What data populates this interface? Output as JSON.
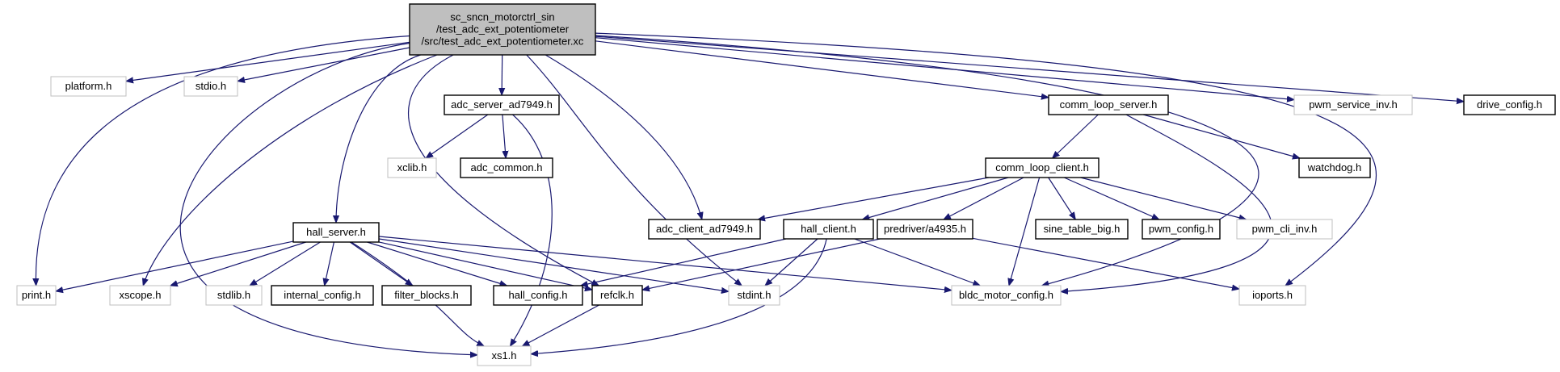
{
  "graph": {
    "nodes": [
      {
        "id": "root",
        "lines": [
          "sc_sncn_motorctrl_sin",
          "/test_adc_ext_potentiometer",
          "/src/test_adc_ext_potentiometer.xc"
        ],
        "style": "root"
      },
      {
        "id": "print",
        "lines": [
          "print.h"
        ],
        "style": "gray"
      },
      {
        "id": "platform",
        "lines": [
          "platform.h"
        ],
        "style": "gray"
      },
      {
        "id": "stdio",
        "lines": [
          "stdio.h"
        ],
        "style": "gray"
      },
      {
        "id": "xs1",
        "lines": [
          "xs1.h"
        ],
        "style": "gray"
      },
      {
        "id": "xscope",
        "lines": [
          "xscope.h"
        ],
        "style": "gray"
      },
      {
        "id": "hall_server",
        "lines": [
          "hall_server.h"
        ],
        "style": "black"
      },
      {
        "id": "refclk",
        "lines": [
          "refclk.h"
        ],
        "style": "black"
      },
      {
        "id": "adc_server",
        "lines": [
          "adc_server_ad7949.h"
        ],
        "style": "black"
      },
      {
        "id": "stdint",
        "lines": [
          "stdint.h"
        ],
        "style": "gray"
      },
      {
        "id": "adc_client",
        "lines": [
          "adc_client_ad7949.h"
        ],
        "style": "black"
      },
      {
        "id": "comm_loop_server",
        "lines": [
          "comm_loop_server.h"
        ],
        "style": "black"
      },
      {
        "id": "bldc",
        "lines": [
          "bldc_motor_config.h"
        ],
        "style": "gray"
      },
      {
        "id": "pwm_service_inv",
        "lines": [
          "pwm_service_inv.h"
        ],
        "style": "gray"
      },
      {
        "id": "ioports",
        "lines": [
          "ioports.h"
        ],
        "style": "gray"
      },
      {
        "id": "drive_config",
        "lines": [
          "drive_config.h"
        ],
        "style": "black"
      },
      {
        "id": "stdlib",
        "lines": [
          "stdlib.h"
        ],
        "style": "gray"
      },
      {
        "id": "internal_config",
        "lines": [
          "internal_config.h"
        ],
        "style": "black"
      },
      {
        "id": "filter_blocks",
        "lines": [
          "filter_blocks.h"
        ],
        "style": "black"
      },
      {
        "id": "hall_config",
        "lines": [
          "hall_config.h"
        ],
        "style": "black"
      },
      {
        "id": "xclib",
        "lines": [
          "xclib.h"
        ],
        "style": "gray"
      },
      {
        "id": "adc_common",
        "lines": [
          "adc_common.h"
        ],
        "style": "black"
      },
      {
        "id": "comm_loop_client",
        "lines": [
          "comm_loop_client.h"
        ],
        "style": "black"
      },
      {
        "id": "watchdog",
        "lines": [
          "watchdog.h"
        ],
        "style": "black"
      },
      {
        "id": "hall_client",
        "lines": [
          "hall_client.h"
        ],
        "style": "black"
      },
      {
        "id": "predriver",
        "lines": [
          "predriver/a4935.h"
        ],
        "style": "black"
      },
      {
        "id": "sine_table",
        "lines": [
          "sine_table_big.h"
        ],
        "style": "black"
      },
      {
        "id": "pwm_config",
        "lines": [
          "pwm_config.h"
        ],
        "style": "black"
      },
      {
        "id": "pwm_cli_inv",
        "lines": [
          "pwm_cli_inv.h"
        ],
        "style": "gray"
      }
    ],
    "edges": [
      {
        "from": "root",
        "to": "print"
      },
      {
        "from": "root",
        "to": "platform"
      },
      {
        "from": "root",
        "to": "stdio"
      },
      {
        "from": "root",
        "to": "xs1"
      },
      {
        "from": "root",
        "to": "xscope"
      },
      {
        "from": "root",
        "to": "hall_server"
      },
      {
        "from": "root",
        "to": "refclk"
      },
      {
        "from": "root",
        "to": "adc_server"
      },
      {
        "from": "root",
        "to": "stdint"
      },
      {
        "from": "root",
        "to": "adc_client"
      },
      {
        "from": "root",
        "to": "comm_loop_server"
      },
      {
        "from": "root",
        "to": "bldc"
      },
      {
        "from": "root",
        "to": "pwm_service_inv"
      },
      {
        "from": "root",
        "to": "ioports"
      },
      {
        "from": "root",
        "to": "drive_config"
      },
      {
        "from": "adc_server",
        "to": "xclib"
      },
      {
        "from": "adc_server",
        "to": "adc_common"
      },
      {
        "from": "adc_server",
        "to": "xs1"
      },
      {
        "from": "comm_loop_server",
        "to": "comm_loop_client"
      },
      {
        "from": "comm_loop_server",
        "to": "watchdog"
      },
      {
        "from": "comm_loop_server",
        "to": "bldc"
      },
      {
        "from": "comm_loop_client",
        "to": "adc_client"
      },
      {
        "from": "comm_loop_client",
        "to": "hall_client"
      },
      {
        "from": "comm_loop_client",
        "to": "predriver"
      },
      {
        "from": "comm_loop_client",
        "to": "sine_table"
      },
      {
        "from": "comm_loop_client",
        "to": "pwm_config"
      },
      {
        "from": "comm_loop_client",
        "to": "pwm_cli_inv"
      },
      {
        "from": "comm_loop_client",
        "to": "bldc"
      },
      {
        "from": "hall_server",
        "to": "print"
      },
      {
        "from": "hall_server",
        "to": "xscope"
      },
      {
        "from": "hall_server",
        "to": "stdlib"
      },
      {
        "from": "hall_server",
        "to": "internal_config"
      },
      {
        "from": "hall_server",
        "to": "filter_blocks"
      },
      {
        "from": "hall_server",
        "to": "hall_config"
      },
      {
        "from": "hall_server",
        "to": "refclk"
      },
      {
        "from": "hall_server",
        "to": "stdint"
      },
      {
        "from": "hall_server",
        "to": "bldc"
      },
      {
        "from": "hall_server",
        "to": "xs1"
      },
      {
        "from": "hall_client",
        "to": "hall_config"
      },
      {
        "from": "hall_client",
        "to": "stdint"
      },
      {
        "from": "hall_client",
        "to": "bldc"
      },
      {
        "from": "hall_client",
        "to": "xs1"
      },
      {
        "from": "predriver",
        "to": "refclk"
      },
      {
        "from": "predriver",
        "to": "ioports"
      },
      {
        "from": "refclk",
        "to": "xs1"
      }
    ],
    "colors": {
      "edge": "#191970",
      "root_fill": "#bfbfbf",
      "border_black": "#000000",
      "border_gray": "#bfbfbf",
      "text": "#000000"
    }
  }
}
